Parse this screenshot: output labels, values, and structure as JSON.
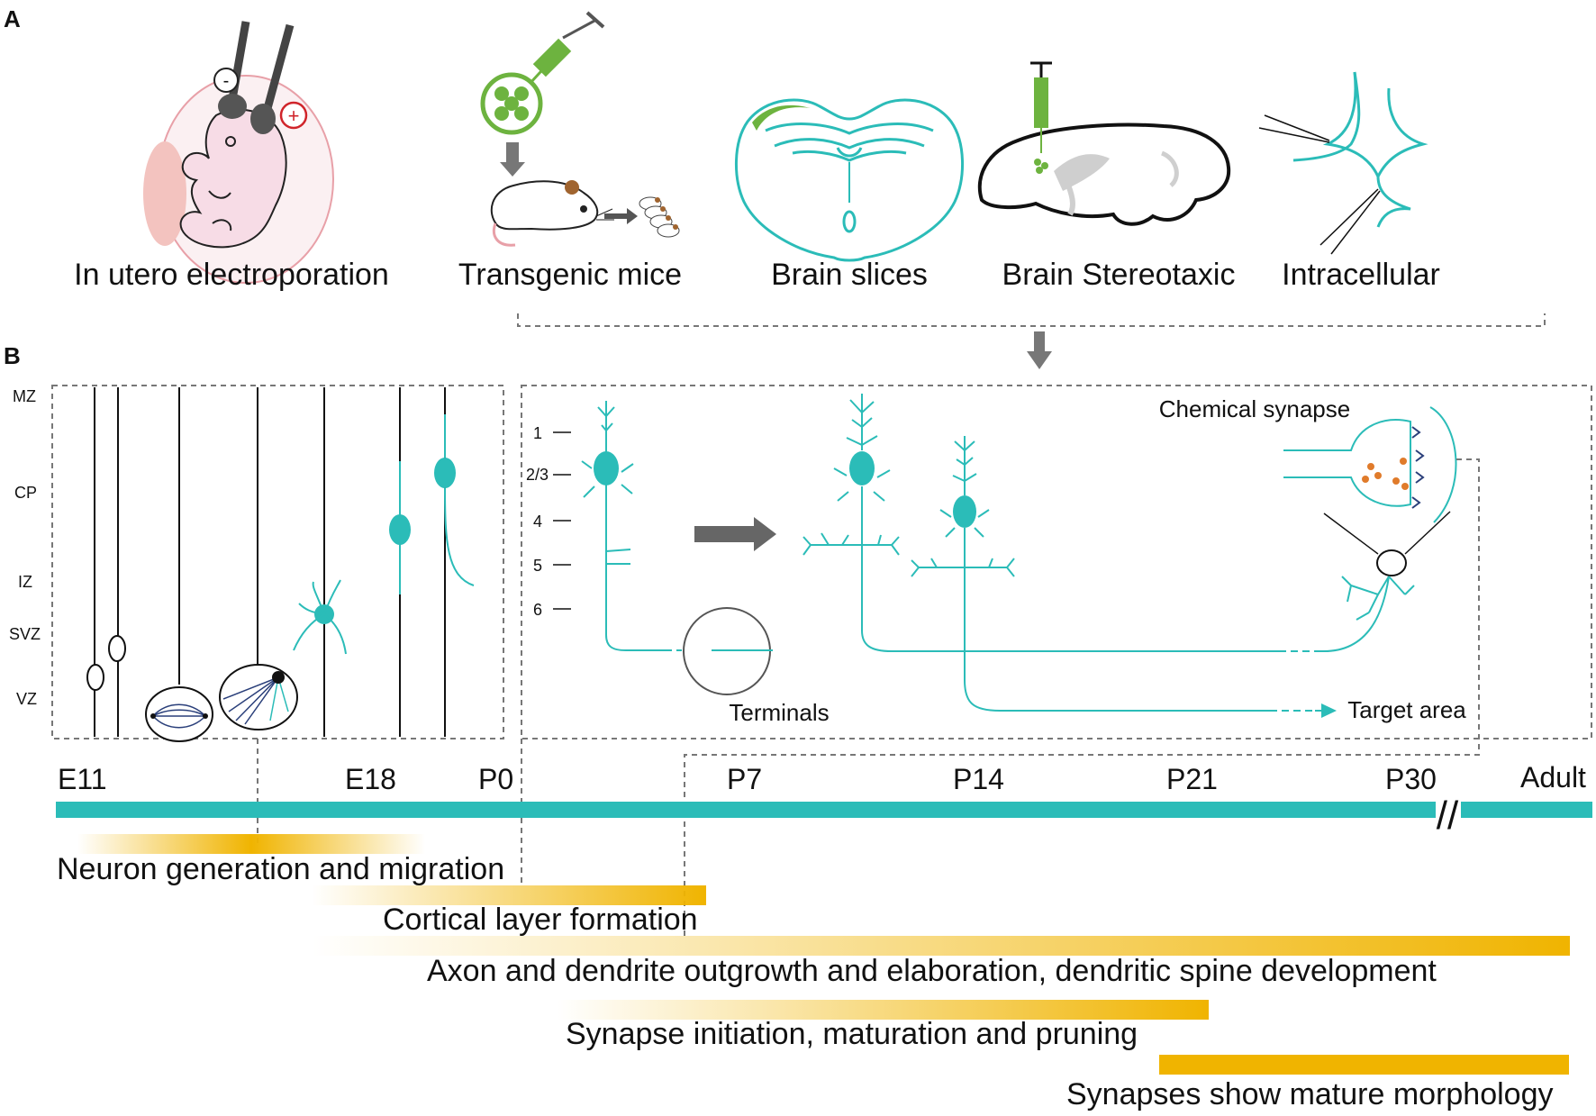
{
  "panels": {
    "a": "A",
    "b": "B"
  },
  "techniques": [
    {
      "label": "In utero electroporation",
      "icon": "embryo-electroporation-icon"
    },
    {
      "label": "Transgenic mice",
      "icon": "transgenic-mouse-icon"
    },
    {
      "label": "Brain slices",
      "icon": "brain-slice-icon"
    },
    {
      "label": "Brain Stereotaxic",
      "icon": "stereotaxic-injection-icon"
    },
    {
      "label": "Intracellular",
      "icon": "intracellular-recording-icon"
    }
  ],
  "electrodes": {
    "negative": "-",
    "positive": "+"
  },
  "cortical_zones": [
    "MZ",
    "CP",
    "IZ",
    "SVZ",
    "VZ"
  ],
  "cortical_layers": [
    "1",
    "2/3",
    "4",
    "5",
    "6"
  ],
  "annotations": {
    "chemical_synapse": "Chemical synapse",
    "terminals": "Terminals",
    "target_area": "Target area"
  },
  "timeline": {
    "ticks": [
      "E11",
      "E18",
      "P0",
      "P7",
      "P14",
      "P21",
      "P30",
      "Adult"
    ],
    "break_mark": "//"
  },
  "phases": [
    {
      "label": "Neuron generation and migration"
    },
    {
      "label": "Cortical layer formation"
    },
    {
      "label": "Axon and dendrite outgrowth and elaboration, dendritic spine development"
    },
    {
      "label": "Synapse initiation, maturation and pruning"
    },
    {
      "label": "Synapses show mature morphology"
    }
  ],
  "colors": {
    "teal": "#2bbcb8",
    "green": "#6db33f",
    "gold": "#f0b400",
    "pink": "#f7dce6",
    "gray": "#555555",
    "red": "#d0242a",
    "vesicle": "#e07b2b",
    "spindle": "#2a3f7a"
  }
}
